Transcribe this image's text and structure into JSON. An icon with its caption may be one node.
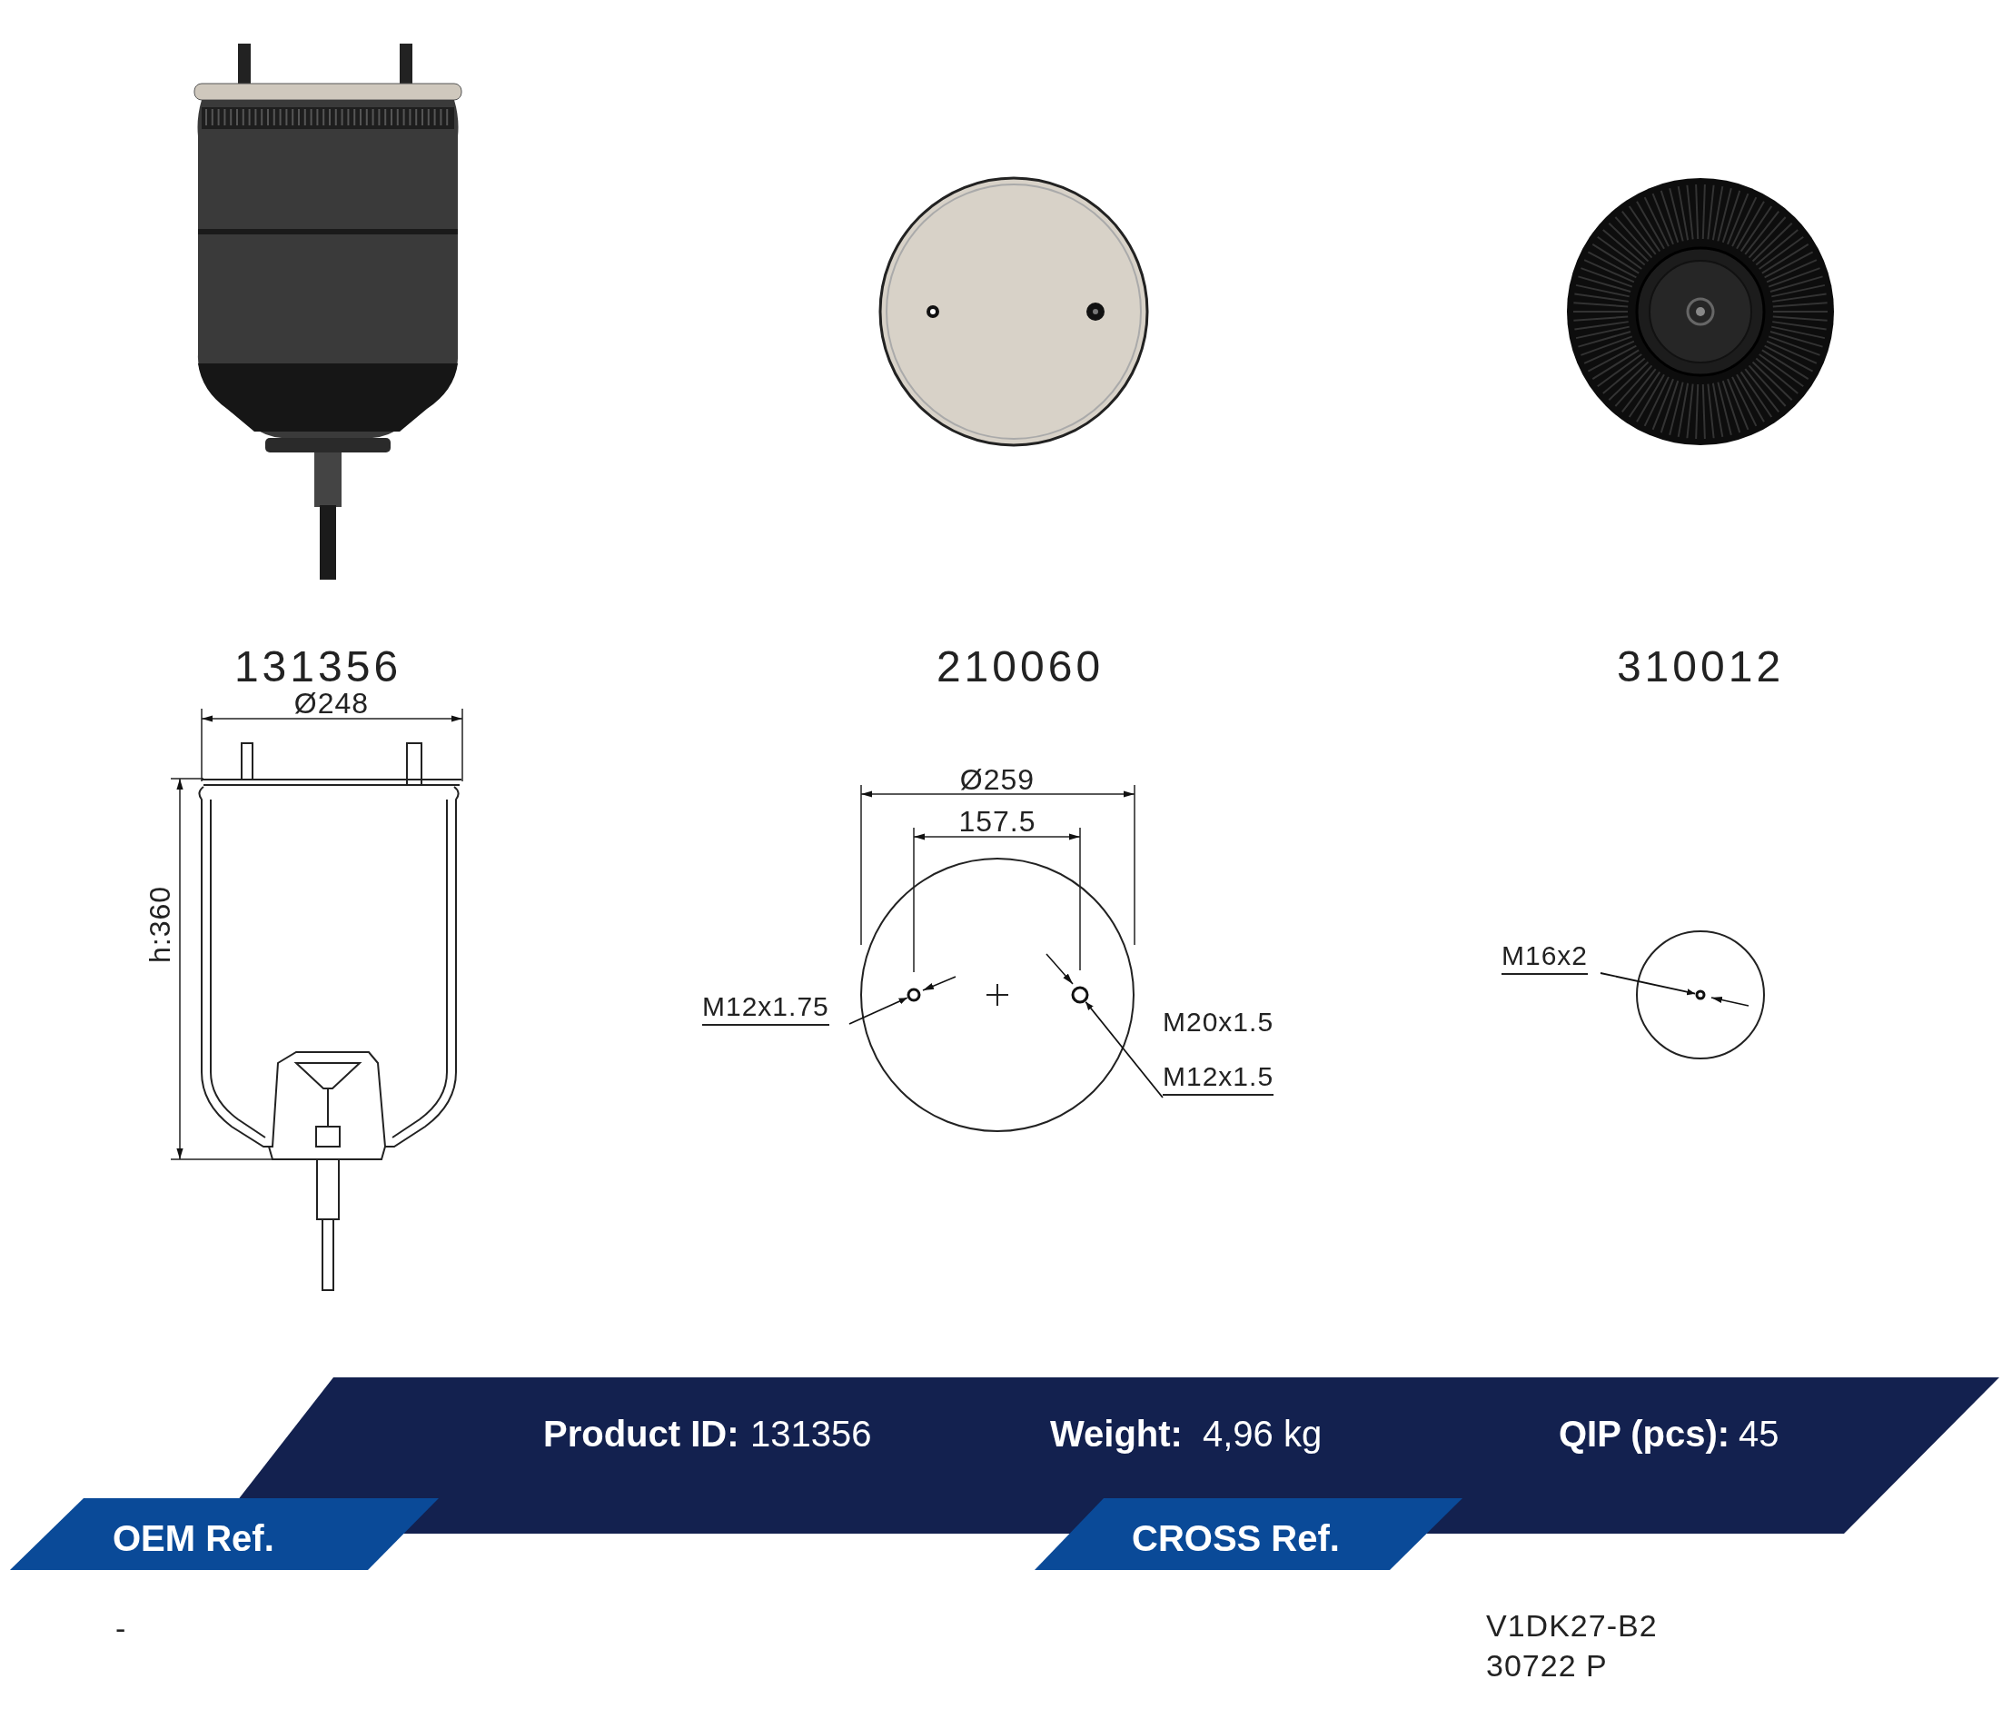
{
  "diagram": {
    "nodes": [
      {
        "text": [
          "M12x1.75"
        ]
      },
      {
        "text": [],
        "shape": "circle"
      },
      {
        "text": [
          "M20x1.5",
          "M12x1.5"
        ]
      },
      {
        "text": [],
        "shape": "circle"
      },
      {
        "text": [
          "M16x2"
        ]
      },
      {
        "text": [],
        "shape": "circle"
      },
      {
        "text": [
          "Product ID:",
          "131356",
          "Weight:",
          "4,96 kg",
          "QIP (pcs):",
          "45"
        ]
      },
      {
        "text": [
          "OEM Ref."
        ]
      },
      {
        "text": [
          "CROSS Ref."
        ]
      }
    ],
    "edges": [
      {
        "from": 0,
        "to": 1,
        "arrow": "to"
      },
      {
        "from": 2,
        "to": 3,
        "arrow": "to"
      },
      {
        "from": 4,
        "to": 5,
        "arrow": "to"
      }
    ],
    "labels": [
      "131356",
      "210060",
      "310012",
      "Ø248",
      "h:360",
      "Ø259",
      "157.5",
      "-",
      "V1DK27-B2",
      "30722 P"
    ]
  }
}
